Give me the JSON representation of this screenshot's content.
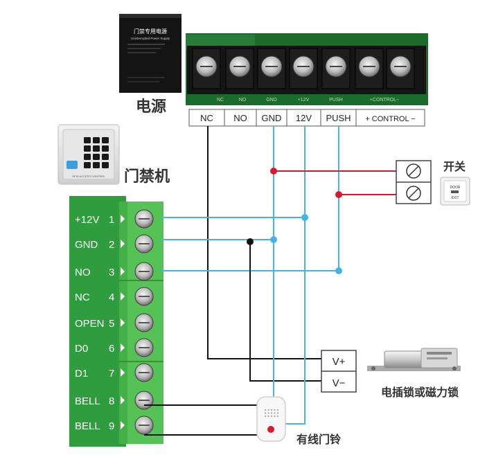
{
  "power_supply": {
    "label": "电源",
    "box_title": "门禁专用电源",
    "box_subtitle": "Uninterrupted Power Supply",
    "terminals": [
      "NC",
      "NO",
      "GND",
      "12V",
      "PUSH",
      "+ CONTROL −"
    ],
    "board_silk": [
      "NC",
      "NO",
      "GND",
      "+12V",
      "PUSH",
      "+CONTROL−"
    ]
  },
  "access_controller": {
    "label": "门禁机",
    "keypad_caption": "RFID ACCESS CONTROL",
    "terminals": [
      {
        "name": "+12V",
        "num": "1"
      },
      {
        "name": "GND",
        "num": "2"
      },
      {
        "name": "NO",
        "num": "3"
      },
      {
        "name": "NC",
        "num": "4"
      },
      {
        "name": "OPEN",
        "num": "5"
      },
      {
        "name": "D0",
        "num": "6"
      },
      {
        "name": "D1",
        "num": "7"
      },
      {
        "name": "BELL",
        "num": "8"
      },
      {
        "name": "BELL",
        "num": "9"
      }
    ]
  },
  "exit_switch": {
    "label": "开关",
    "button_text": [
      "DOOR",
      "EXIT"
    ]
  },
  "lock": {
    "label": "电插锁或磁力锁",
    "terminals": [
      "V+",
      "V−"
    ]
  },
  "doorbell": {
    "label": "有线门铃"
  },
  "colors": {
    "wire_blue": "#43b4e3",
    "wire_black": "#111111",
    "wire_red": "#d9182e",
    "board_green": "#2e9e3f",
    "terminal_green": "#54c354"
  }
}
